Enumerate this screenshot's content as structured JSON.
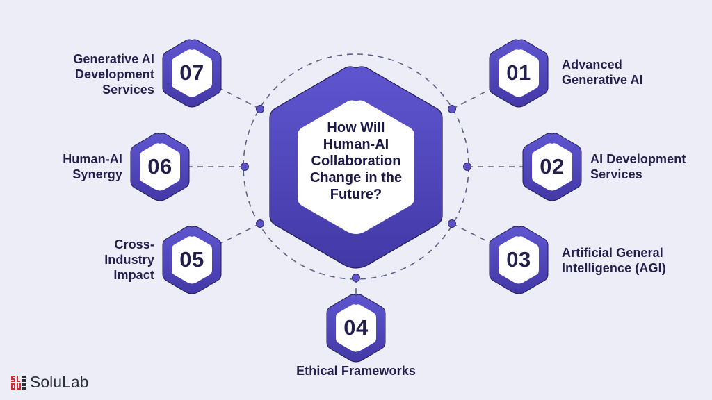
{
  "center": {
    "title_lines": [
      "How Will",
      "Human-AI",
      "Collaboration",
      "Change in the",
      "Future?"
    ]
  },
  "items": [
    {
      "number": "01",
      "label_lines": [
        "Advanced",
        "Generative AI"
      ]
    },
    {
      "number": "02",
      "label_lines": [
        "AI Development",
        "Services"
      ]
    },
    {
      "number": "03",
      "label_lines": [
        "Artificial General",
        "Intelligence (AGI)"
      ]
    },
    {
      "number": "04",
      "label_lines": [
        "Ethical Frameworks"
      ]
    },
    {
      "number": "05",
      "label_lines": [
        "Cross-",
        "Industry",
        "Impact"
      ]
    },
    {
      "number": "06",
      "label_lines": [
        "Human-AI",
        "Synergy"
      ]
    },
    {
      "number": "07",
      "label_lines": [
        "Generative AI",
        "Development",
        "Services"
      ]
    }
  ],
  "brand": {
    "name": "SoluLab",
    "logo_icon": "solulab-logo-icon"
  },
  "colors": {
    "background": "#ededf7",
    "hex_purple": "#5b52c8",
    "hex_purple_dark": "#463caa",
    "text_dark": "#221f4d",
    "connector": "#5a6186",
    "dot": "#5b52c8",
    "brand_red": "#d8262c"
  }
}
